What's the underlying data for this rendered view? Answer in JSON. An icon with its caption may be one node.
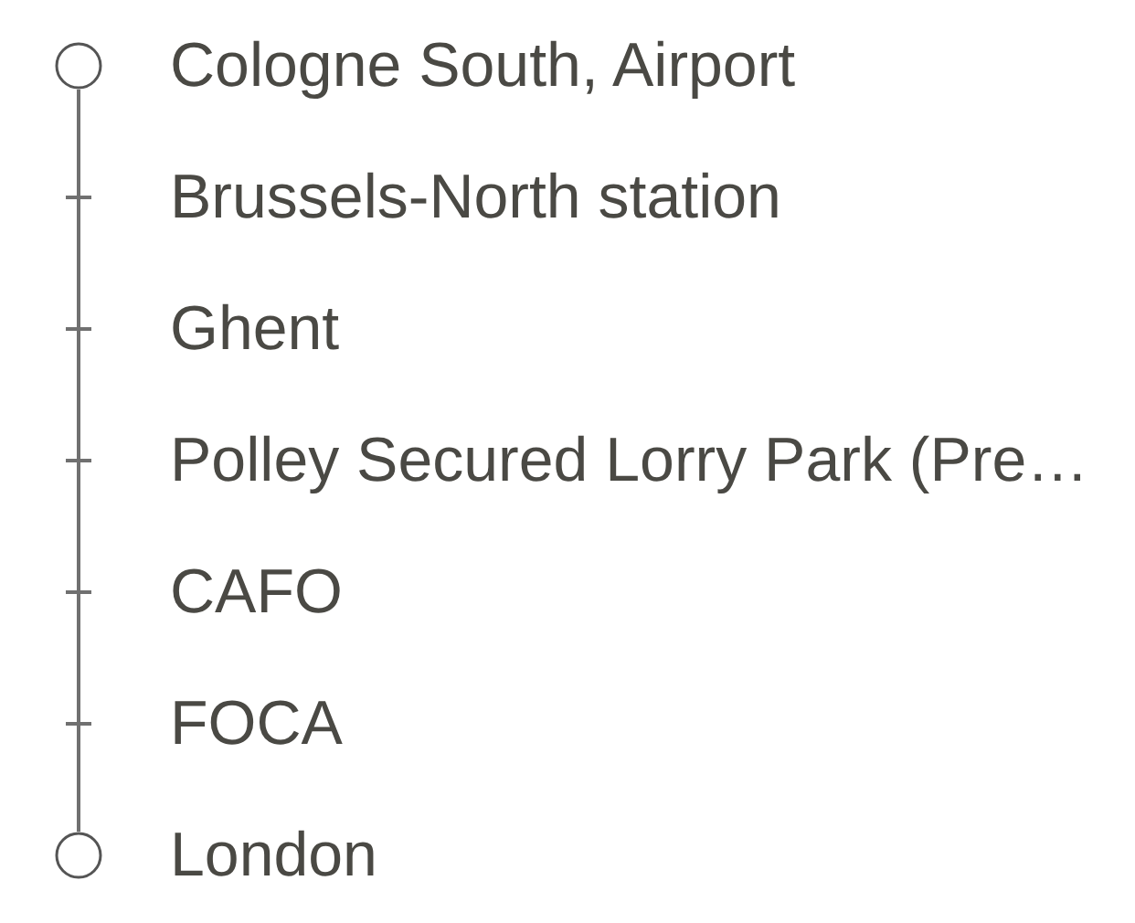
{
  "diagram": {
    "nodes": [
      {
        "text": [],
        "shape": "circle",
        "beside": [
          "Cologne South, Airport"
        ]
      },
      {
        "text": [],
        "shape": "tick",
        "beside": [
          "Brussels-North station"
        ]
      },
      {
        "text": [],
        "shape": "tick",
        "beside": [
          "Ghent"
        ]
      },
      {
        "text": [],
        "shape": "tick",
        "beside": [
          "Polley Secured Lorry Park (Pre…"
        ]
      },
      {
        "text": [],
        "shape": "tick",
        "beside": [
          "CAFO"
        ]
      },
      {
        "text": [],
        "shape": "tick",
        "beside": [
          "FOCA"
        ]
      },
      {
        "text": [],
        "shape": "circle",
        "beside": [
          "London"
        ]
      }
    ],
    "edges": [
      {
        "from": 0,
        "to": 1,
        "arrow": "none"
      },
      {
        "from": 1,
        "to": 2,
        "arrow": "none"
      },
      {
        "from": 2,
        "to": 3,
        "arrow": "none"
      },
      {
        "from": 3,
        "to": 4,
        "arrow": "none"
      },
      {
        "from": 4,
        "to": 5,
        "arrow": "none"
      },
      {
        "from": 5,
        "to": 6,
        "arrow": "none"
      }
    ]
  }
}
